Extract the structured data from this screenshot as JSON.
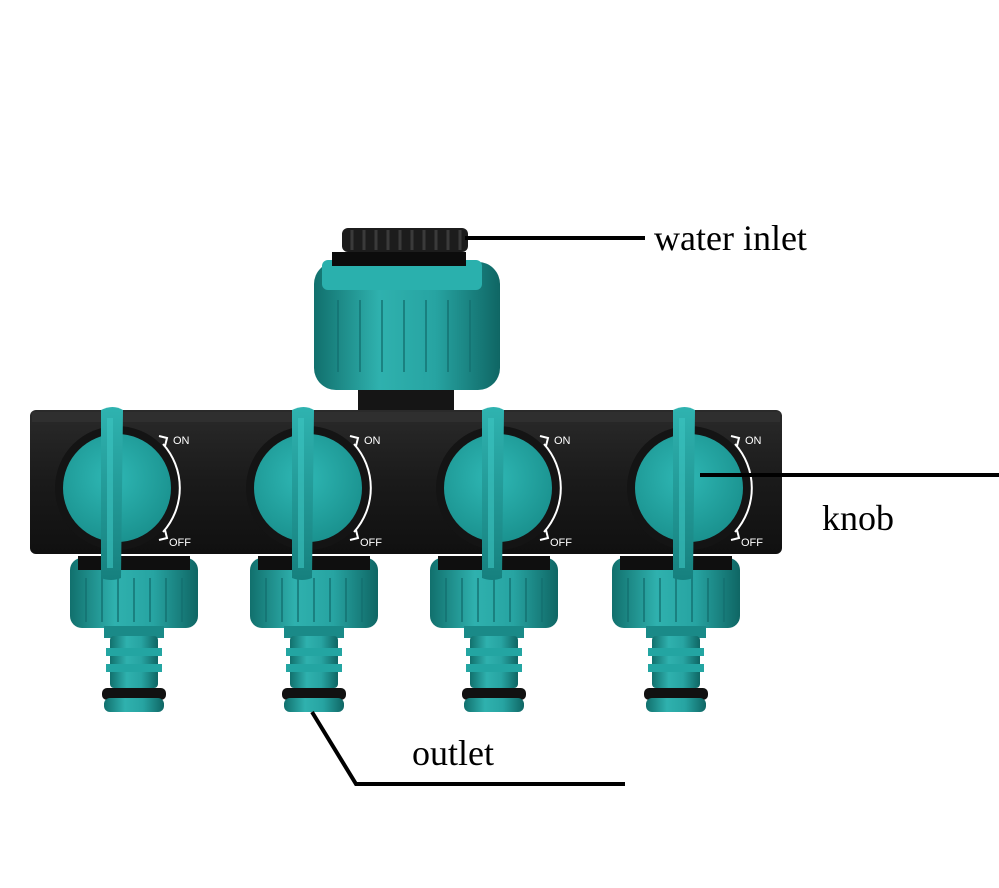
{
  "labels": {
    "water_inlet": "water inlet",
    "knob": "knob",
    "outlet": "outlet"
  },
  "valve_markings": {
    "on": "ON",
    "off": "OFF"
  },
  "colors": {
    "teal": "#1f9c9c",
    "teal_light": "#33b3b1",
    "teal_dark": "#14706f",
    "body_black": "#1b1b1b",
    "background": "#ffffff"
  }
}
